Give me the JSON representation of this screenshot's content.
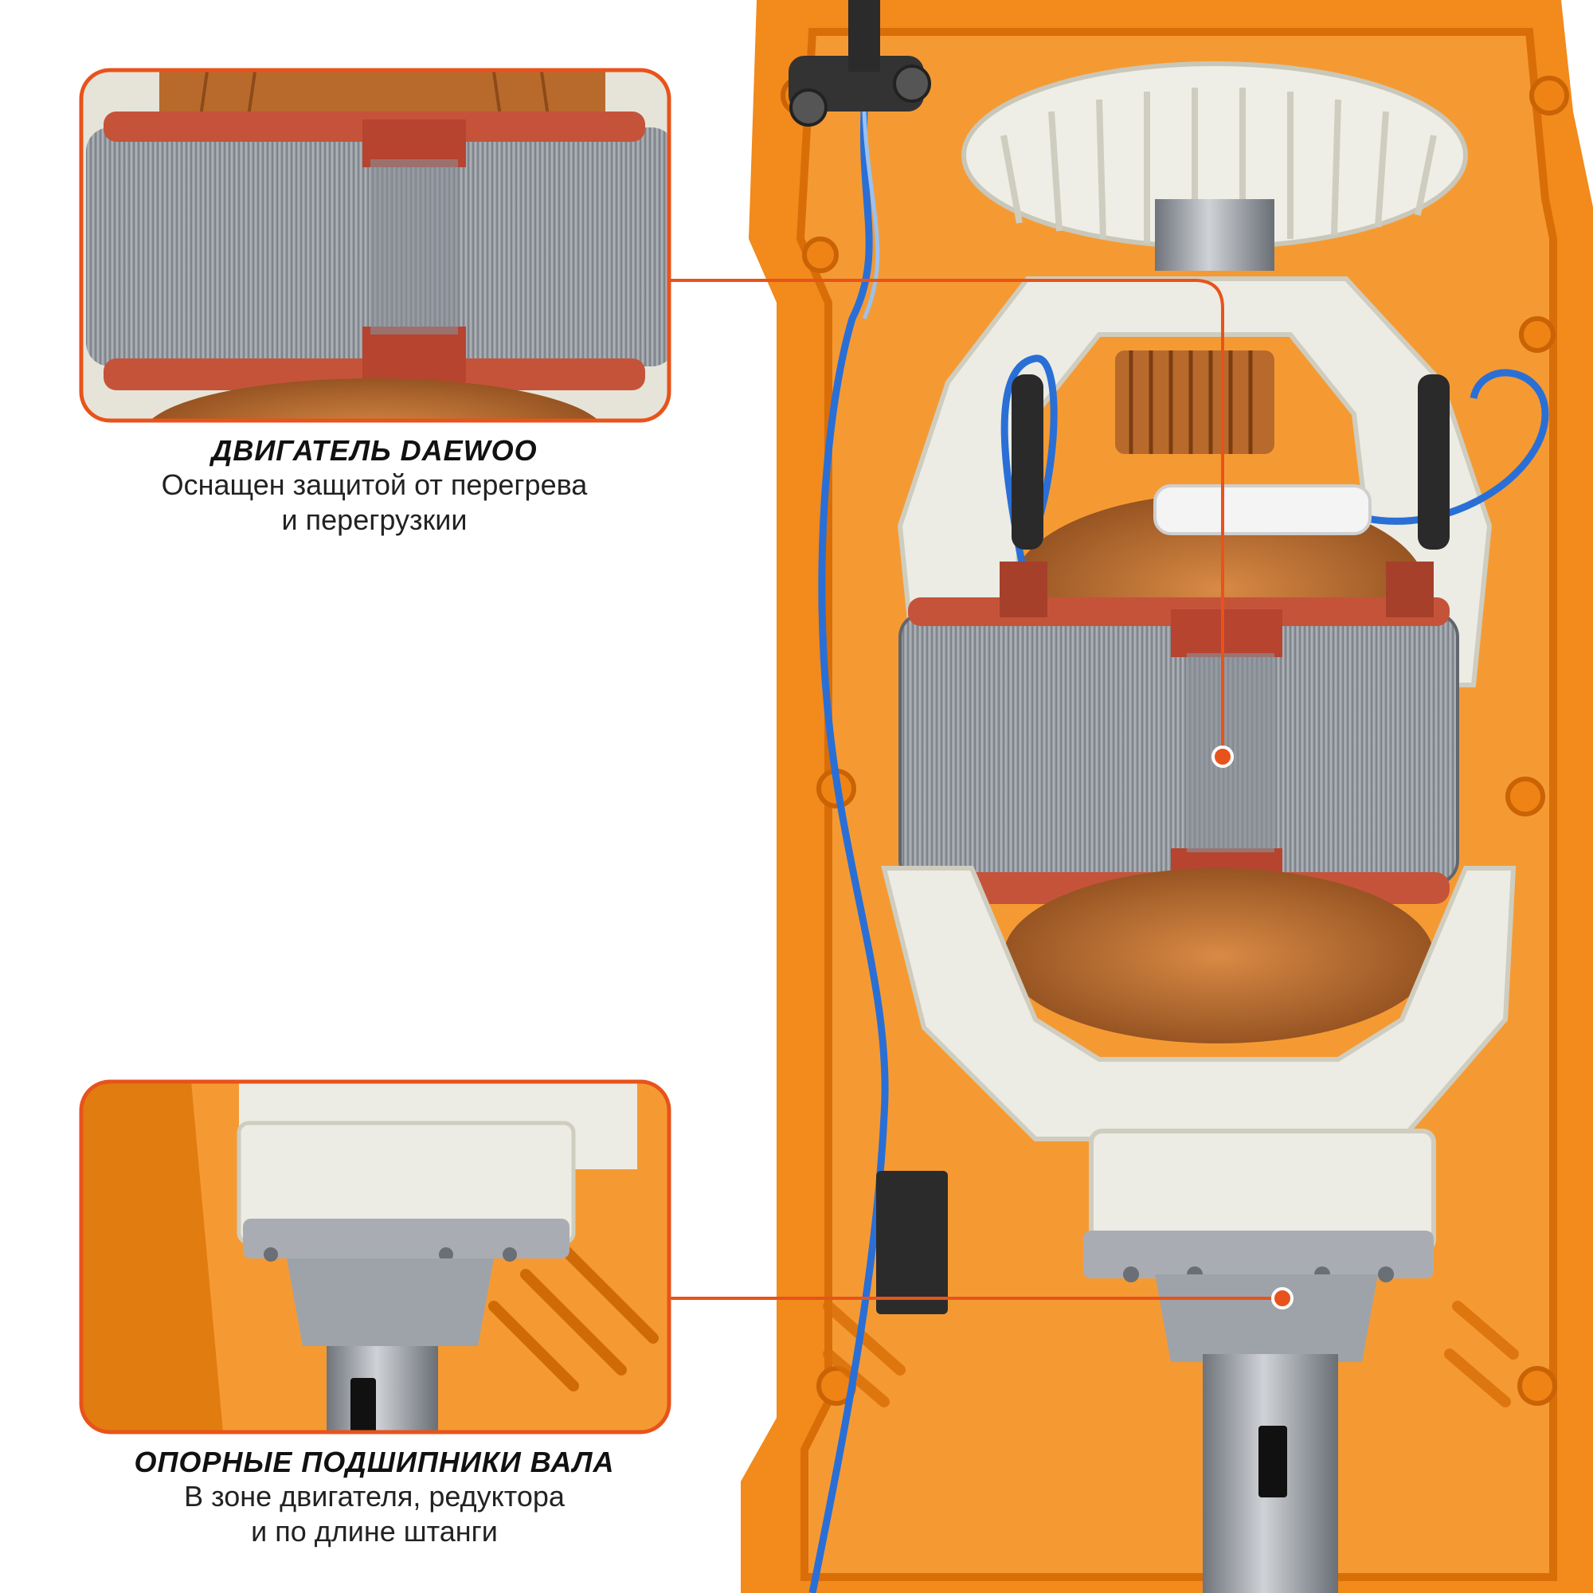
{
  "colors": {
    "accent": "#e8531b",
    "housing": "#f28a1c",
    "housing_dark": "#d96e08",
    "plastic_white": "#ecece4",
    "stator_gray": "#9a9fa6",
    "copper": "#b86a2c",
    "wire_blue": "#2a6fd6"
  },
  "callouts": {
    "motor": {
      "title": "ДВИГАТЕЛЬ DAEWOO",
      "line1": "Оснащен защитой от перегрева",
      "line2": "и перегрузкии"
    },
    "bearings": {
      "title": "ОПОРНЫЕ ПОДШИПНИКИ ВАЛА",
      "line1": "В зоне двигателя, редуктора",
      "line2": "и по длине штанги"
    }
  },
  "icons": [
    "stator-icon",
    "bearing-housing-icon",
    "gear-icon",
    "shaft-icon"
  ]
}
